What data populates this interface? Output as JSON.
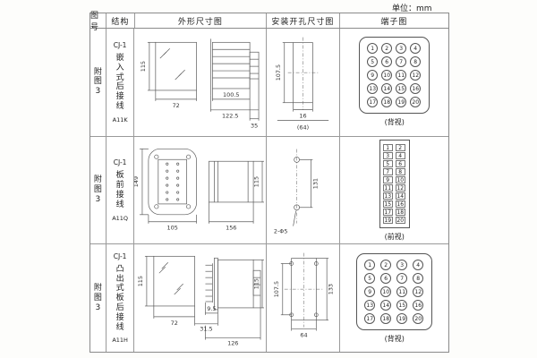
{
  "page": {
    "unit_label": "单位：mm"
  },
  "table": {
    "headers": {
      "fig": "图号",
      "structure": "结构",
      "outline": "外形尺寸图",
      "mounting": "安装开孔尺寸图",
      "terminal": "端子图"
    },
    "rows": [
      {
        "fig": "附图3",
        "model": "CJ-1",
        "structure_name": "嵌入式后接线",
        "code": "A11K",
        "outline_dims": {
          "front_height": "115",
          "front_width": "72",
          "body_depth": "100.5",
          "total_depth": "122.5",
          "terminal_depth": "35"
        },
        "mounting_dims": {
          "cutout_height": "107.5",
          "slot_width": "16",
          "overall_width": "(64)"
        },
        "terminal": {
          "view_label": "(背视)",
          "numbers": [
            1,
            2,
            3,
            4,
            5,
            6,
            7,
            8,
            9,
            10,
            11,
            12,
            13,
            14,
            15,
            16,
            17,
            18,
            19,
            20
          ]
        }
      },
      {
        "fig": "附图3",
        "model": "CJ-1",
        "structure_name": "板前接线",
        "code": "A11Q",
        "outline_dims": {
          "front_height": "149",
          "front_width": "105",
          "body_length": "156",
          "side_height": "115"
        },
        "mounting_dims": {
          "hole_spacing": "131",
          "holes_note": "2-Φ5"
        },
        "terminal": {
          "view_label": "(前视)",
          "numbers": [
            1,
            2,
            3,
            4,
            5,
            6,
            7,
            8,
            9,
            10,
            11,
            12,
            13,
            14,
            15,
            16,
            17,
            18,
            19,
            20
          ]
        }
      },
      {
        "fig": "附图3",
        "model": "CJ-1",
        "structure_name": "凸出式板后接线",
        "code": "A11H",
        "outline_dims": {
          "front_height": "115",
          "front_width": "72",
          "flange_depth": "31.5",
          "pin_length": "9.5",
          "body_length": "126",
          "side_height": "115"
        },
        "mounting_dims": {
          "hole_height": "107.5",
          "overall_height": "133",
          "hole_width": "64"
        },
        "terminal": {
          "view_label": "(背视)",
          "numbers": [
            1,
            2,
            3,
            4,
            5,
            6,
            7,
            8,
            9,
            10,
            11,
            12,
            13,
            14,
            15,
            16,
            17,
            18,
            19,
            20
          ]
        }
      }
    ]
  }
}
